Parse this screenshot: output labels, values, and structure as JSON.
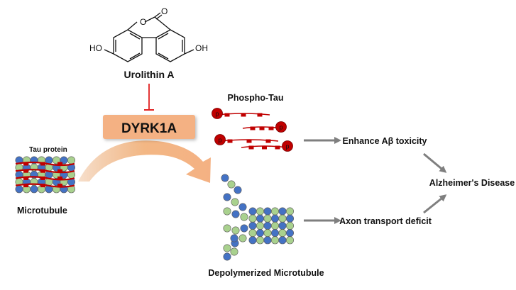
{
  "molecule": {
    "name": "Urolithin A",
    "atom_ho_left": "HO",
    "atom_oh_right": "OH",
    "atom_o_ring": "O",
    "atom_o_carbonyl": "O"
  },
  "enzyme": {
    "label": "DYRK1A",
    "fill_color": "#f4b183"
  },
  "microtubule": {
    "tau_label": "Tau protein",
    "label": "Microtubule"
  },
  "phospho_tau": {
    "label": "Phospho-Tau",
    "phosphate_symbol": "p"
  },
  "depolymerized": {
    "label": "Depolymerized Microtubule"
  },
  "outcomes": {
    "toxicity": "Enhance Aβ toxicity",
    "axon": "Axon transport deficit",
    "disease": "Alzheimer's Disease"
  },
  "colors": {
    "tubulin_blue": "#4472c4",
    "tubulin_green": "#a9d18e",
    "tau_red": "#c00000",
    "inhibit_red": "#e02020",
    "arrow_gray": "#7f7f7f",
    "curve_orange": "#e8a56d"
  }
}
